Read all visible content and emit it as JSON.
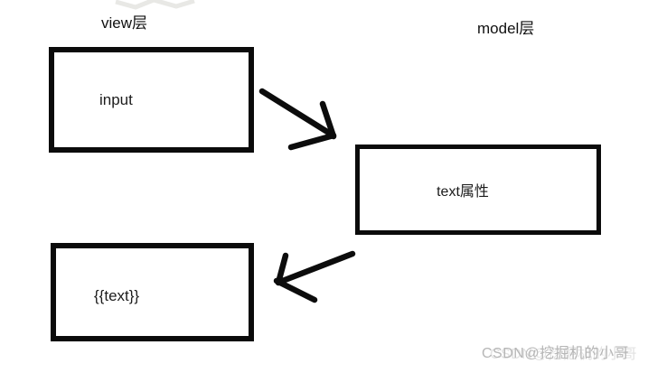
{
  "diagram": {
    "view_layer_label": "view层",
    "model_layer_label": "model层",
    "nodes": [
      {
        "id": "input",
        "label": "input",
        "layer": "view"
      },
      {
        "id": "text-property",
        "label": "text属性",
        "layer": "model"
      },
      {
        "id": "text-interpolation",
        "label": "{{text}}",
        "layer": "view"
      }
    ],
    "arrows": [
      {
        "id": "input-to-text-property",
        "from": "input",
        "to": "text-property",
        "direction": "down-right"
      },
      {
        "id": "text-property-to-interpolation",
        "from": "text-property",
        "to": "text-interpolation",
        "direction": "down-left"
      }
    ],
    "colors": {
      "background": "#ffffff",
      "box_border": "#0b0b0b",
      "arrow_stroke": "#0c0c0c",
      "text": "#1a1a1a",
      "watermark": "#b6b6b6"
    }
  },
  "watermark": {
    "text": "CSDN@挖掘机的小哥"
  }
}
